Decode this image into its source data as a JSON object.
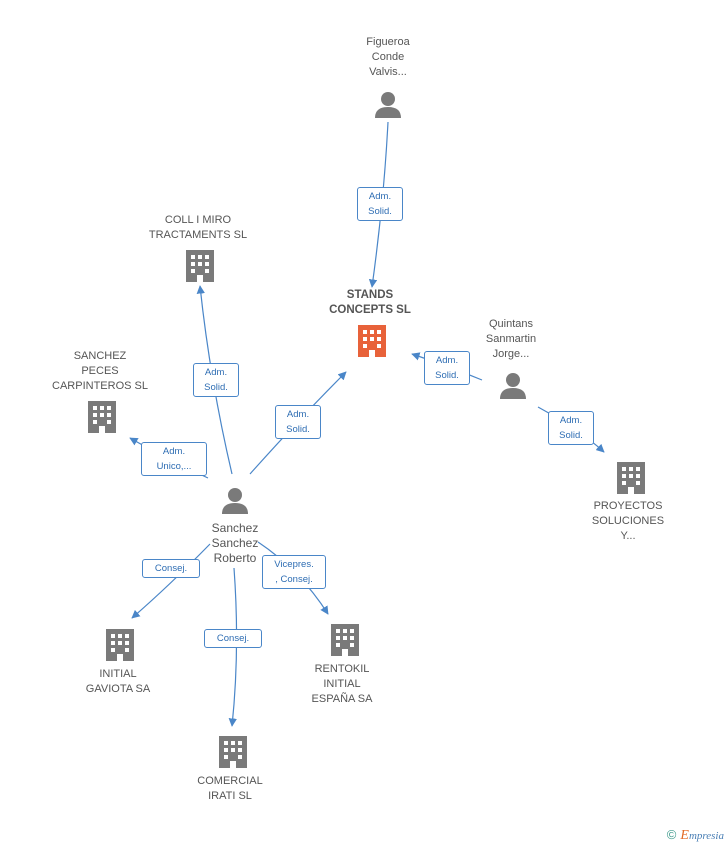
{
  "colors": {
    "edge": "#4a86c8",
    "company": "#7a7a7a",
    "main_company": "#e8623a",
    "person": "#7a7a7a"
  },
  "nodes": {
    "stands": {
      "label": "STANDS\nCONCEPTS SL"
    },
    "figueroa": {
      "label": "Figueroa\nConde\nValvis..."
    },
    "coll": {
      "label": "COLL I MIRO\nTRACTAMENTS SL"
    },
    "peces": {
      "label": "SANCHEZ\nPECES\nCARPINTEROS SL"
    },
    "quintans": {
      "label": "Quintans\nSanmartin\nJorge..."
    },
    "proyectos": {
      "label": "PROYECTOS\nSOLUCIONES\nY..."
    },
    "sanchez": {
      "label": "Sanchez\nSanchez\nRoberto"
    },
    "gaviota": {
      "label": "INITIAL\nGAVIOTA SA"
    },
    "rentokil": {
      "label": "RENTOKIL\nINITIAL\nESPAÑA SA"
    },
    "irati": {
      "label": "COMERCIAL\nIRATI SL"
    }
  },
  "relations": {
    "r_figueroa": "Adm.\nSolid.",
    "r_coll": "Adm.\nSolid.",
    "r_peces": "Adm.\nUnico,...",
    "r_stands": "Adm.\nSolid.",
    "r_quintans_stands": "Adm.\nSolid.",
    "r_quintans_proy": "Adm.\nSolid.",
    "r_gaviota": "Consej.",
    "r_irati": "Consej.",
    "r_rentokil": "Vicepres.\n, Consej."
  },
  "footer": {
    "copyright": "©",
    "brand_initial": "E",
    "brand_rest": "mpresia"
  }
}
